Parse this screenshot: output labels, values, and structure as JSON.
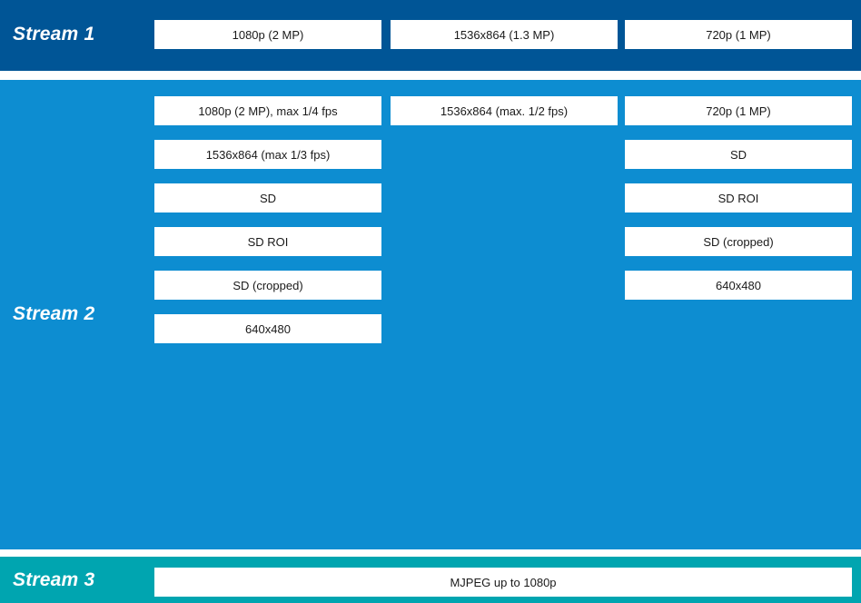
{
  "diagram": {
    "title": "Camera stream resolution options",
    "colors": {
      "stream1_band": "#005596",
      "stream2_band": "#0d8dd1",
      "stream3_band": "#00a5b0",
      "box_fill": "#ffffff",
      "box_text": "#1a1a1a",
      "label_text": "#ffffff"
    }
  },
  "stream1": {
    "label": "Stream 1",
    "options": [
      {
        "text": "1080p (2 MP)"
      },
      {
        "text": "1536x864 (1.3 MP)"
      },
      {
        "text": "720p (1 MP)"
      }
    ]
  },
  "stream2": {
    "label": "Stream 2",
    "column1": [
      {
        "text": "1080p (2 MP), max 1/4 fps"
      },
      {
        "text": "1536x864 (max 1/3 fps)"
      },
      {
        "text": "SD"
      },
      {
        "text": "SD ROI"
      },
      {
        "text": "SD (cropped)"
      },
      {
        "text": "640x480"
      }
    ],
    "column2": [
      {
        "text": "1536x864 (max. 1/2 fps)"
      }
    ],
    "column3": [
      {
        "text": "720p (1 MP)"
      },
      {
        "text": "SD"
      },
      {
        "text": "SD ROI"
      },
      {
        "text": "SD (cropped)"
      },
      {
        "text": "640x480"
      }
    ]
  },
  "stream3": {
    "label": "Stream 3",
    "options": [
      {
        "text": "MJPEG up to 1080p"
      }
    ]
  }
}
